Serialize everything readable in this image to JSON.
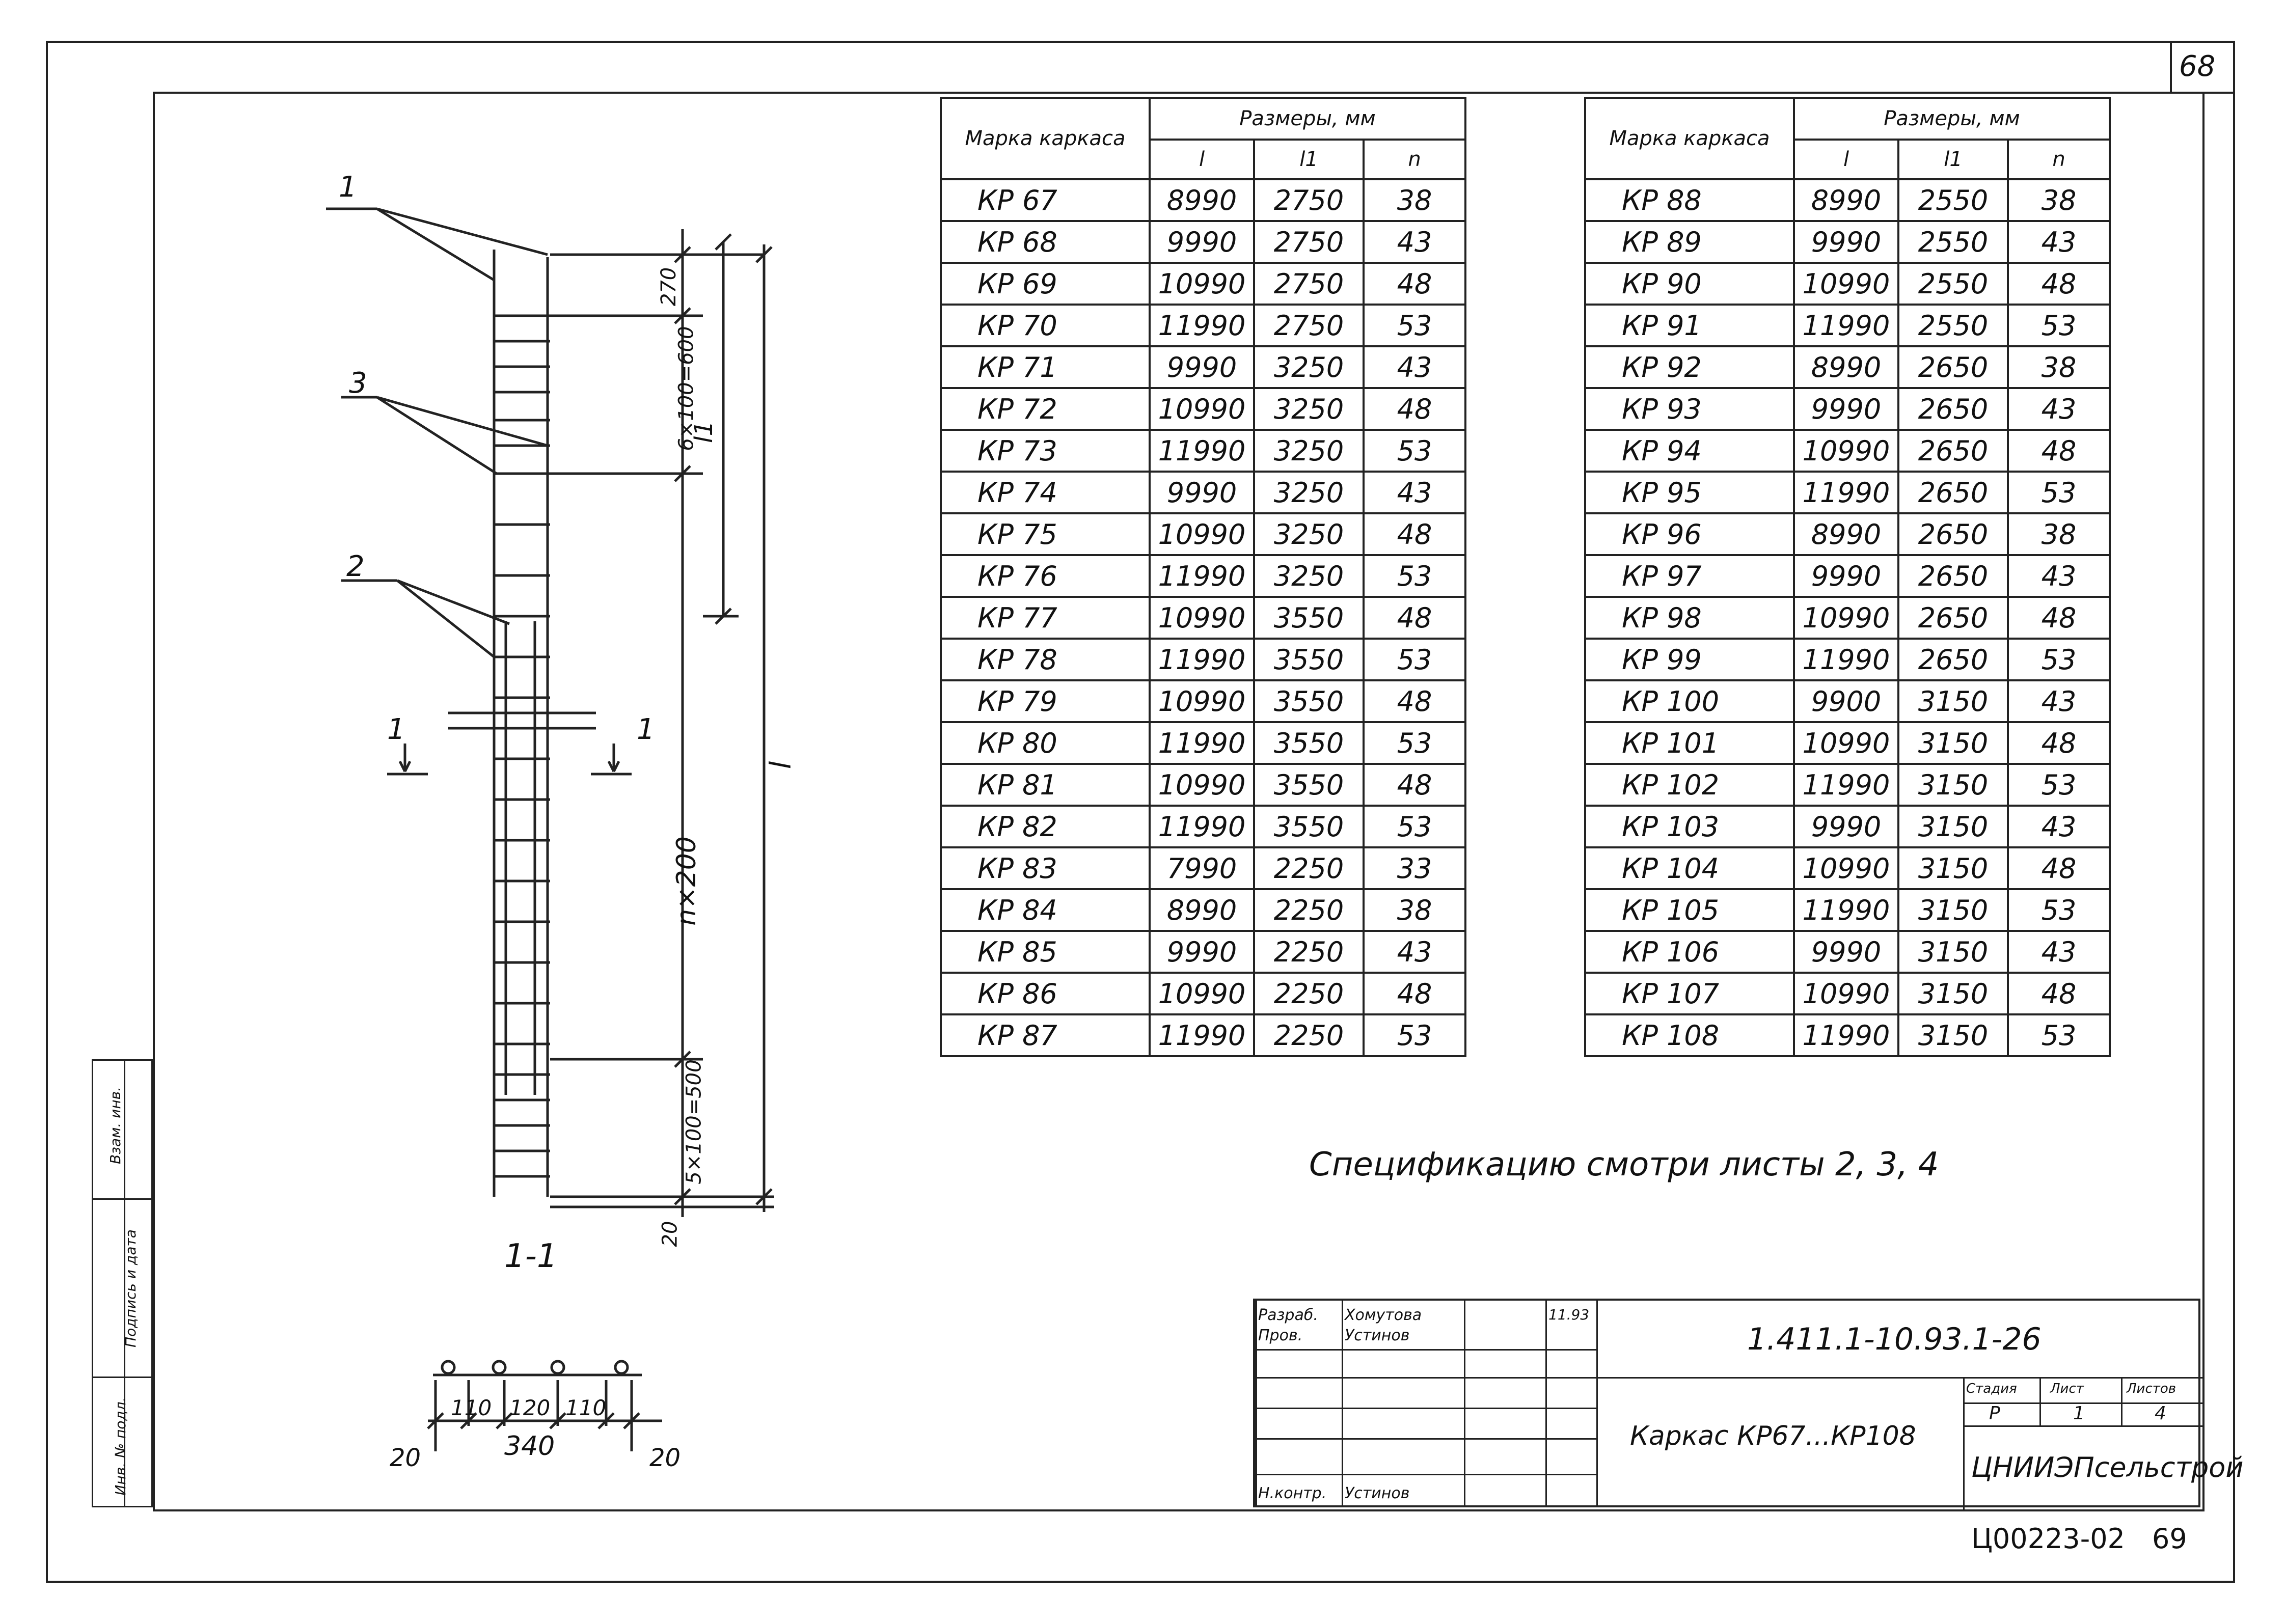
{
  "sheet_number": "68",
  "drawing": {
    "callouts": [
      "1",
      "3",
      "2"
    ],
    "section_marks": [
      "1",
      "1"
    ],
    "section_label": "1-1",
    "dims_right": [
      "270",
      "6×100=600",
      "l1",
      "n×200",
      "5×100=500",
      "20",
      "l"
    ],
    "dims_bottom": [
      "110",
      "120",
      "110",
      "340",
      "20",
      "20"
    ]
  },
  "table_left": {
    "header_mark": "Марка каркаса",
    "header_sizes": "Размеры, мм",
    "col_l": "l",
    "col_l1": "l1",
    "col_n": "n",
    "rows": [
      [
        "КР 67",
        "8990",
        "2750",
        "38"
      ],
      [
        "КР 68",
        "9990",
        "2750",
        "43"
      ],
      [
        "КР 69",
        "10990",
        "2750",
        "48"
      ],
      [
        "КР 70",
        "11990",
        "2750",
        "53"
      ],
      [
        "КР 71",
        "9990",
        "3250",
        "43"
      ],
      [
        "КР 72",
        "10990",
        "3250",
        "48"
      ],
      [
        "КР 73",
        "11990",
        "3250",
        "53"
      ],
      [
        "КР 74",
        "9990",
        "3250",
        "43"
      ],
      [
        "КР 75",
        "10990",
        "3250",
        "48"
      ],
      [
        "КР 76",
        "11990",
        "3250",
        "53"
      ],
      [
        "КР 77",
        "10990",
        "3550",
        "48"
      ],
      [
        "КР 78",
        "11990",
        "3550",
        "53"
      ],
      [
        "КР 79",
        "10990",
        "3550",
        "48"
      ],
      [
        "КР 80",
        "11990",
        "3550",
        "53"
      ],
      [
        "КР 81",
        "10990",
        "3550",
        "48"
      ],
      [
        "КР 82",
        "11990",
        "3550",
        "53"
      ],
      [
        "КР 83",
        "7990",
        "2250",
        "33"
      ],
      [
        "КР 84",
        "8990",
        "2250",
        "38"
      ],
      [
        "КР 85",
        "9990",
        "2250",
        "43"
      ],
      [
        "КР 86",
        "10990",
        "2250",
        "48"
      ],
      [
        "КР 87",
        "11990",
        "2250",
        "53"
      ]
    ]
  },
  "table_right": {
    "header_mark": "Марка каркаса",
    "header_sizes": "Размеры, мм",
    "col_l": "l",
    "col_l1": "l1",
    "col_n": "n",
    "rows": [
      [
        "КР 88",
        "8990",
        "2550",
        "38"
      ],
      [
        "КР 89",
        "9990",
        "2550",
        "43"
      ],
      [
        "КР 90",
        "10990",
        "2550",
        "48"
      ],
      [
        "КР 91",
        "11990",
        "2550",
        "53"
      ],
      [
        "КР 92",
        "8990",
        "2650",
        "38"
      ],
      [
        "КР 93",
        "9990",
        "2650",
        "43"
      ],
      [
        "КР 94",
        "10990",
        "2650",
        "48"
      ],
      [
        "КР 95",
        "11990",
        "2650",
        "53"
      ],
      [
        "КР 96",
        "8990",
        "2650",
        "38"
      ],
      [
        "КР 97",
        "9990",
        "2650",
        "43"
      ],
      [
        "КР 98",
        "10990",
        "2650",
        "48"
      ],
      [
        "КР 99",
        "11990",
        "2650",
        "53"
      ],
      [
        "КР 100",
        "9900",
        "3150",
        "43"
      ],
      [
        "КР 101",
        "10990",
        "3150",
        "48"
      ],
      [
        "КР 102",
        "11990",
        "3150",
        "53"
      ],
      [
        "КР 103",
        "9990",
        "3150",
        "43"
      ],
      [
        "КР 104",
        "10990",
        "3150",
        "48"
      ],
      [
        "КР 105",
        "11990",
        "3150",
        "53"
      ],
      [
        "КР 106",
        "9990",
        "3150",
        "43"
      ],
      [
        "КР 107",
        "10990",
        "3150",
        "48"
      ],
      [
        "КР 108",
        "11990",
        "3150",
        "53"
      ]
    ]
  },
  "note": "Спецификацию смотри листы 2, 3, 4",
  "side_stamp": {
    "inv_no_podl": "Инв. № подл.",
    "podpis_data": "Подпись и дата",
    "vzam_inv": "Взам. инв."
  },
  "title_block": {
    "role_developed": "Разраб.",
    "role_checked": "Пров.",
    "role_norm": "Н.контр.",
    "name_developed": "Хомутова",
    "name_checked": "Устинов",
    "name_norm": "Устинов",
    "date": "11.93",
    "designation": "1.411.1-10.93.1-26",
    "title": "Каркас КР67...КР108",
    "stage_label": "Стадия",
    "sheet_label": "Лист",
    "sheets_label": "Листов",
    "stage": "Р",
    "sheet": "1",
    "sheets": "4",
    "organization": "ЦНИИЭПсельстрой"
  },
  "bottom_code": "Ц00223-02",
  "bottom_page": "69"
}
